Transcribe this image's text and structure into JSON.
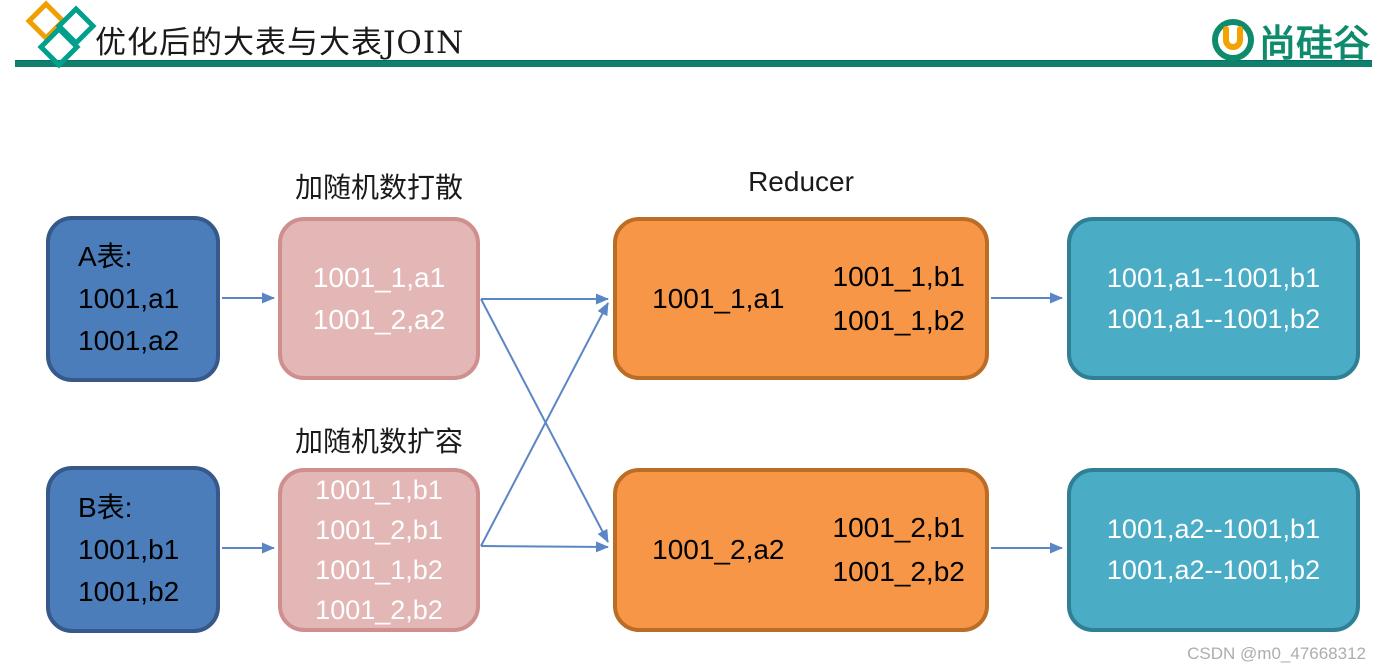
{
  "header": {
    "title": "优化后的大表与大表JOIN",
    "brand": "尚硅谷"
  },
  "diagram": {
    "labels": {
      "scatter": "加随机数打散",
      "expand": "加随机数扩容",
      "reducer": "Reducer"
    },
    "table_a": {
      "lines": [
        "A表:",
        "1001,a1",
        "1001,a2"
      ]
    },
    "table_b": {
      "lines": [
        "B表:",
        "1001,b1",
        "1001,b2"
      ]
    },
    "scatter_box": {
      "lines": [
        "1001_1,a1",
        "1001_2,a2"
      ]
    },
    "expand_box": {
      "lines": [
        "1001_1,b1",
        "1001_2,b1",
        "1001_1,b2",
        "1001_2,b2"
      ]
    },
    "reducer1": {
      "left": "1001_1,a1",
      "right": [
        "1001_1,b1",
        "1001_1,b2"
      ]
    },
    "reducer2": {
      "left": "1001_2,a2",
      "right": [
        "1001_2,b1",
        "1001_2,b2"
      ]
    },
    "output1": {
      "lines": [
        "1001,a1--1001,b1",
        "1001,a1--1001,b2"
      ]
    },
    "output2": {
      "lines": [
        "1001,a2--1001,b1",
        "1001,a2--1001,b2"
      ]
    }
  },
  "watermark": "CSDN @m0_47668312",
  "colors": {
    "header_line": "#0E8070",
    "brand_green": "#0E8A6D",
    "brand_orange": "#F2A300",
    "logo_teal": "#00A08C",
    "logo_orange": "#F09E00",
    "box_blue": "#4B7DBA",
    "box_blue_border": "#36588A",
    "box_pink": "#E3B7B6",
    "box_pink_border": "#CE8F8E",
    "box_orange": "#F79646",
    "box_orange_border": "#BC6D25",
    "box_teal": "#4BACC6",
    "box_teal_border": "#2F7F95",
    "arrow": "#5B86C6",
    "watermark_gray": "#ADADAD"
  }
}
